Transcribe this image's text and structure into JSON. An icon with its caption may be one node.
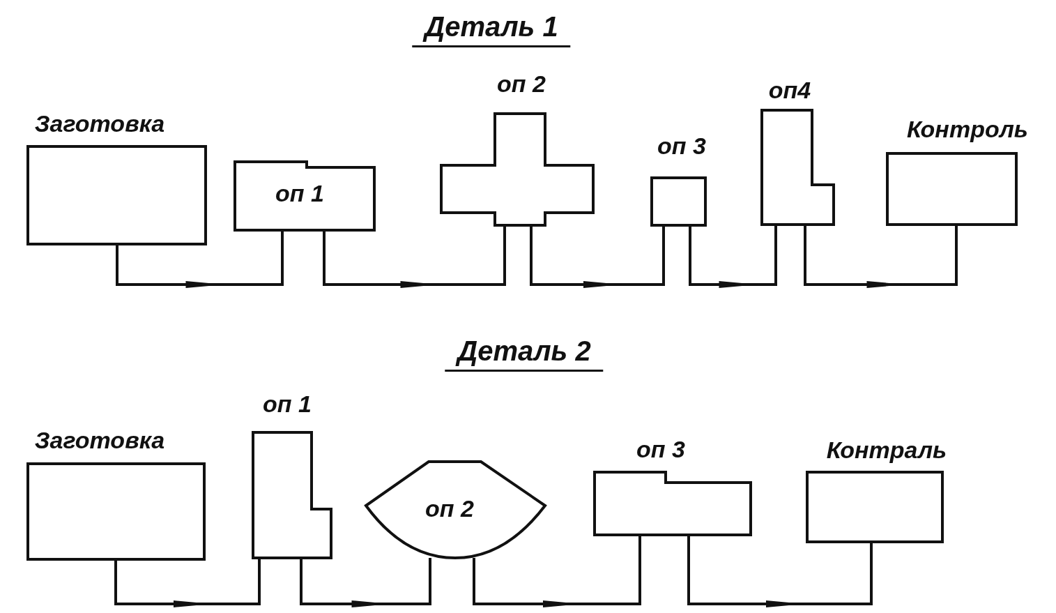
{
  "diagram": {
    "nodes": [
      {
        "text": [
          "Заготовка"
        ]
      },
      {
        "text": [
          "оп 1"
        ]
      },
      {
        "text": [
          "оп 2"
        ]
      },
      {
        "text": [
          "оп 3"
        ]
      },
      {
        "text": [
          "оп4"
        ]
      },
      {
        "text": [
          "Контроль"
        ]
      },
      {
        "text": [
          "Заготовка"
        ]
      },
      {
        "text": [
          "оп 1"
        ]
      },
      {
        "text": [
          "оп 2"
        ]
      },
      {
        "text": [
          "оп 3"
        ]
      },
      {
        "text": [
          "Контраль"
        ]
      }
    ],
    "edges": [
      {
        "from": 0,
        "to": 1,
        "arrow": "to"
      },
      {
        "from": 1,
        "to": 2,
        "arrow": "to"
      },
      {
        "from": 2,
        "to": 3,
        "arrow": "to"
      },
      {
        "from": 3,
        "to": 4,
        "arrow": "to"
      },
      {
        "from": 4,
        "to": 5,
        "arrow": "to"
      },
      {
        "from": 6,
        "to": 7,
        "arrow": "to"
      },
      {
        "from": 7,
        "to": 8,
        "arrow": "to"
      },
      {
        "from": 8,
        "to": 9,
        "arrow": "to"
      },
      {
        "from": 9,
        "to": 10,
        "arrow": "to"
      }
    ],
    "labels": [
      "Деталь 1",
      "Деталь 2"
    ]
  }
}
